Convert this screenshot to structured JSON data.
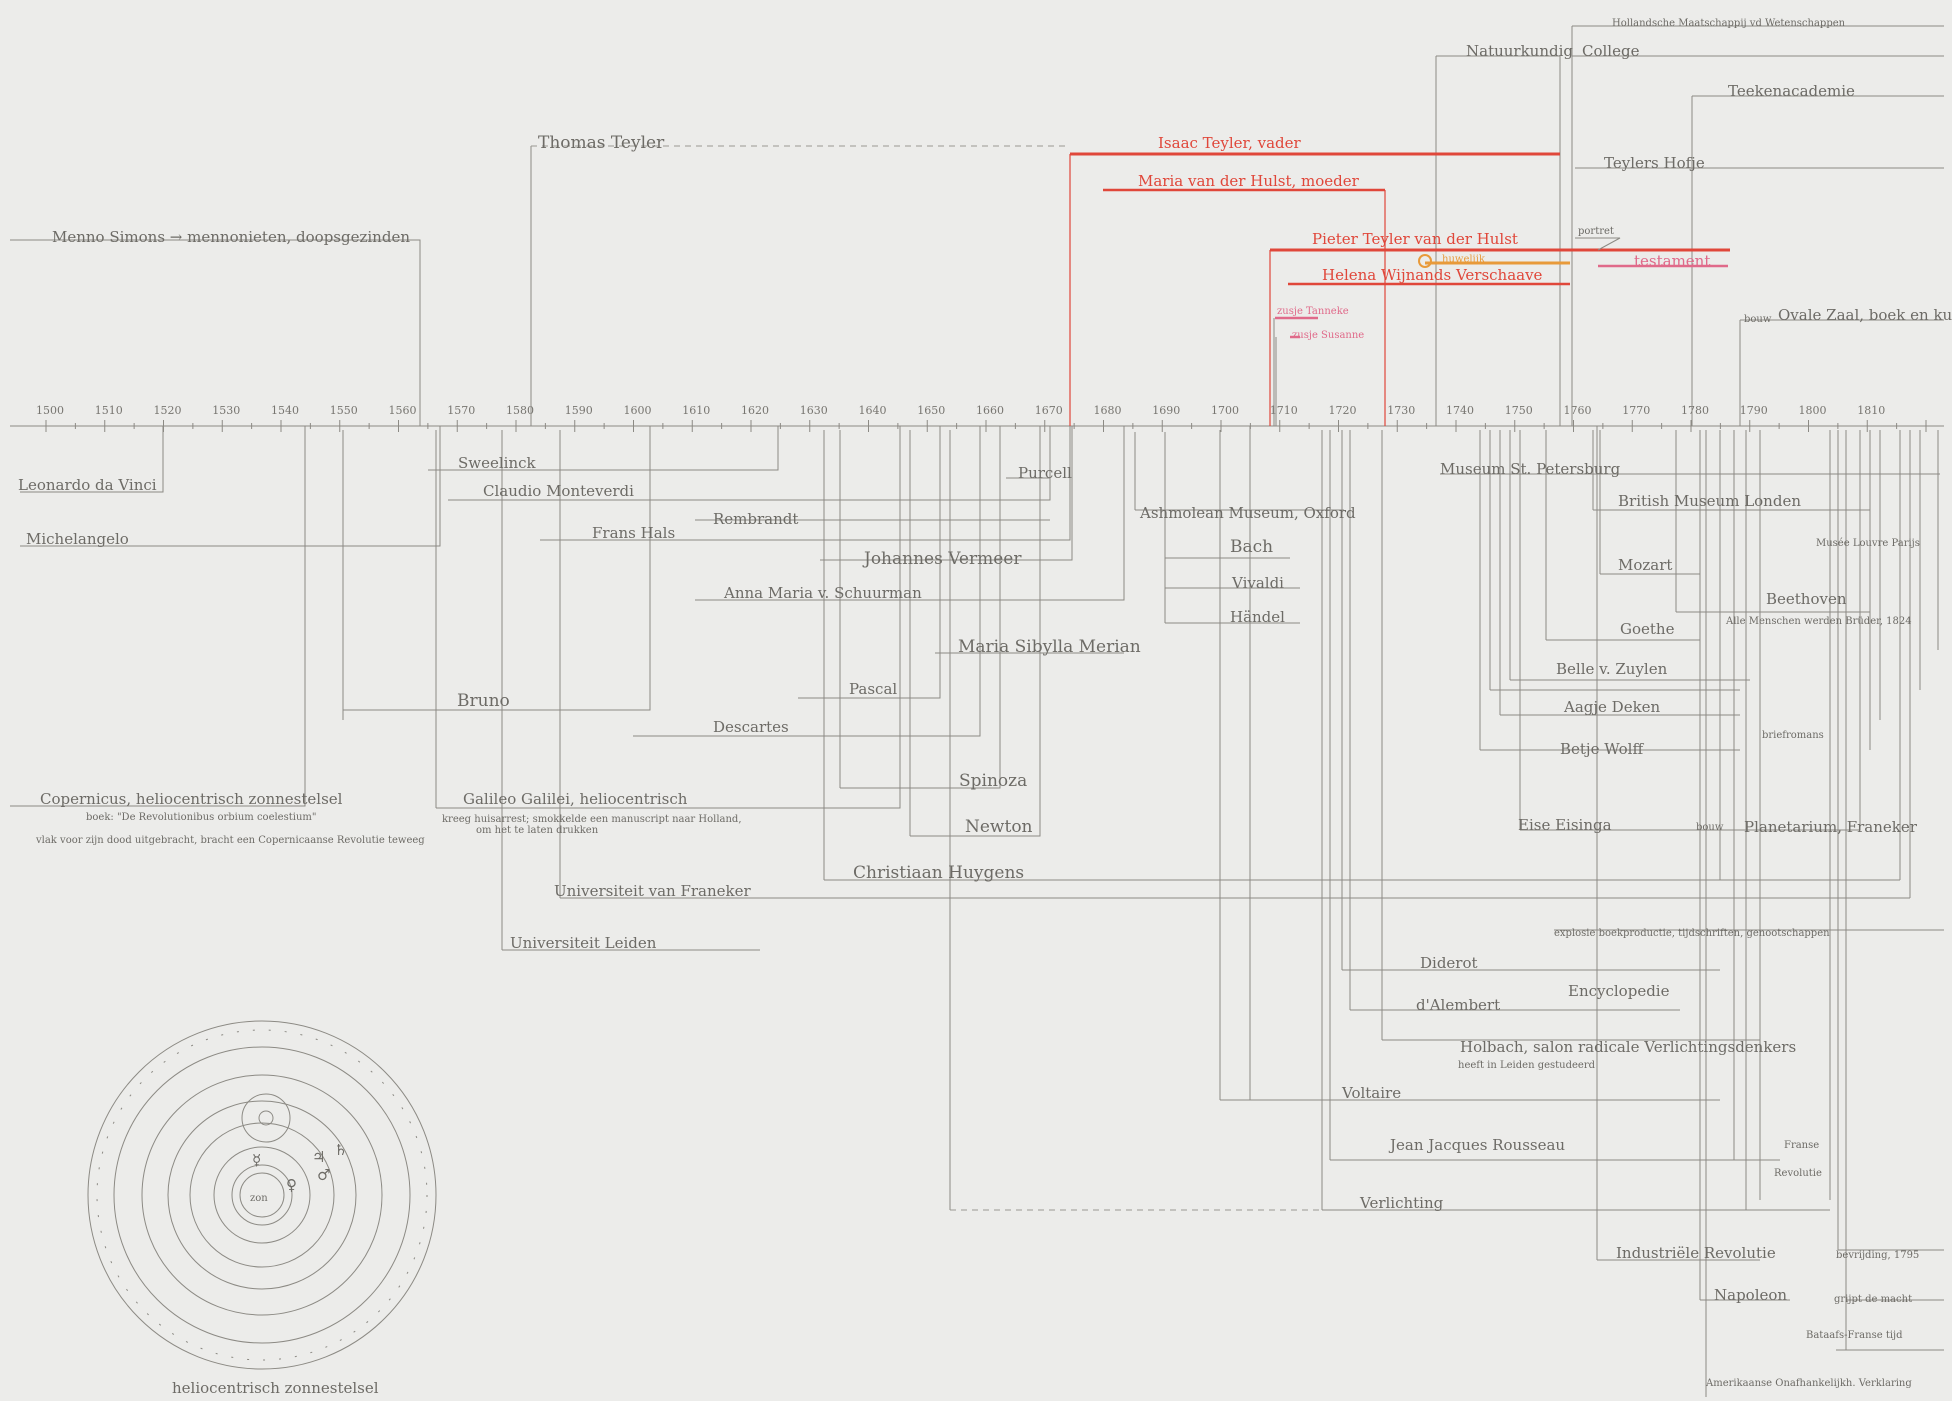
{
  "colors": {
    "paper": "#ececea",
    "pencil": "#8c8a84",
    "red": "#e0473a",
    "pink": "#e06a8a",
    "orange": "#e89a3a"
  },
  "axis": {
    "start": 1500,
    "end": 1820,
    "tick_labels": [
      "1500",
      "1510",
      "1520",
      "1530",
      "1540",
      "1550",
      "1560",
      "1570",
      "1580",
      "1590",
      "1600",
      "1610",
      "1620",
      "1630",
      "1640",
      "1650",
      "1660",
      "1670",
      "1680",
      "1690",
      "1700",
      "1710",
      "1720",
      "1730",
      "1740",
      "1750",
      "1760",
      "1770",
      "1780",
      "1790",
      "1800",
      "1810"
    ],
    "tick_years": [
      1500,
      1510,
      1520,
      1530,
      1540,
      1550,
      1560,
      1570,
      1580,
      1590,
      1600,
      1610,
      1620,
      1630,
      1640,
      1650,
      1660,
      1670,
      1680,
      1690,
      1700,
      1710,
      1720,
      1730,
      1740,
      1750,
      1760,
      1770,
      1780,
      1790,
      1800,
      1810
    ]
  },
  "above": [
    {
      "text": "Hollandsche Maatschappij vd Wetenschappen",
      "year": 1752,
      "color": "pencil"
    },
    {
      "text": "Natuurkundig",
      "year": 1729,
      "color": "pencil"
    },
    {
      "text": "College",
      "year": 1752,
      "color": "pencil"
    },
    {
      "text": "Teekenacademie",
      "year": 1772,
      "color": "pencil"
    },
    {
      "text": "Thomas Teyler",
      "year": 1580,
      "color": "pencil"
    },
    {
      "text": "Isaac Teyler, vader",
      "year": 1670,
      "color": "red"
    },
    {
      "text": "Maria van der Hulst, moeder",
      "year": 1675,
      "color": "red"
    },
    {
      "text": "Teylers Hofje",
      "year": 1752,
      "color": "pencil"
    },
    {
      "text": "Menno Simons → mennonieten, doopsgezinden",
      "year": 1496,
      "color": "pencil"
    },
    {
      "text": "Pieter Teyler van der Hulst",
      "year": 1702,
      "color": "red"
    },
    {
      "text": "portret",
      "year": 1752,
      "color": "pencil"
    },
    {
      "text": "huwelijk",
      "year": 1728,
      "color": "orange"
    },
    {
      "text": "testament",
      "year": 1756,
      "color": "pink"
    },
    {
      "text": "Helena Wijnands Verschaave",
      "year": 1703,
      "color": "red"
    },
    {
      "text": "zusje Tanneke",
      "year": 1702,
      "color": "pink"
    },
    {
      "text": "zusje Susanne",
      "year": 1703,
      "color": "pink"
    },
    {
      "text": "bouw",
      "year": 1779,
      "color": "pencil"
    },
    {
      "text": "Ovale Zaal, boek en kunstzaal",
      "year": 1784,
      "color": "pencil"
    }
  ],
  "below": [
    {
      "text": "Leonardo da Vinci",
      "year": 1452
    },
    {
      "text": "Michelangelo",
      "year": 1475
    },
    {
      "text": "Sweelinck",
      "year": 1562
    },
    {
      "text": "Claudio Monteverdi",
      "year": 1567
    },
    {
      "text": "Frans Hals",
      "year": 1582
    },
    {
      "text": "Rembrandt",
      "year": 1606
    },
    {
      "text": "Purcell",
      "year": 1659
    },
    {
      "text": "Johannes Vermeer",
      "year": 1632
    },
    {
      "text": "Anna Maria v. Schuurman",
      "year": 1607
    },
    {
      "text": "Maria Sibylla Merian",
      "year": 1647
    },
    {
      "text": "Bruno",
      "year": 1548
    },
    {
      "text": "Pascal",
      "year": 1623
    },
    {
      "text": "Descartes",
      "year": 1596
    },
    {
      "text": "Spinoza",
      "year": 1632
    },
    {
      "text": "Newton",
      "year": 1642
    },
    {
      "text": "Christiaan Huygens",
      "year": 1629
    },
    {
      "text": "Copernicus, heliocentrisch zonnestelsel",
      "year": 1473
    },
    {
      "text": "boek: \"De Revolutionibus orbium coelestium\"",
      "year": 1473
    },
    {
      "text": "vlak voor zijn dood uitgebracht, bracht een Copernicaanse Revolutie teweeg",
      "year": 1473
    },
    {
      "text": "Galileo Galilei, heliocentrisch",
      "year": 1564
    },
    {
      "text": "kreeg huisarrest; smokkelde een manuscript naar Holland,",
      "year": 1564
    },
    {
      "text": "om het te laten drukken",
      "year": 1564
    },
    {
      "text": "Universiteit van Franeker",
      "year": 1585
    },
    {
      "text": "Universiteit Leiden",
      "year": 1575
    },
    {
      "text": "Ashmolean Museum, Oxford",
      "year": 1683
    },
    {
      "text": "Bach",
      "year": 1685
    },
    {
      "text": "Vivaldi",
      "year": 1678
    },
    {
      "text": "Händel",
      "year": 1685
    },
    {
      "text": "Museum St. Petersburg",
      "year": 1727
    },
    {
      "text": "British Museum Londen",
      "year": 1753
    },
    {
      "text": "Musée Louvre Parijs",
      "year": 1793
    },
    {
      "text": "Mozart",
      "year": 1756
    },
    {
      "text": "Beethoven",
      "year": 1770
    },
    {
      "text": "Alle Menschen werden Brüder, 1824",
      "year": 1785
    },
    {
      "text": "Goethe",
      "year": 1749
    },
    {
      "text": "Belle v. Zuylen",
      "year": 1740
    },
    {
      "text": "Aagje Deken",
      "year": 1741
    },
    {
      "text": "briefromans",
      "year": 1782
    },
    {
      "text": "Betje Wolff",
      "year": 1738
    },
    {
      "text": "Eise Eisinga",
      "year": 1744
    },
    {
      "text": "bouw",
      "year": 1774
    },
    {
      "text": "Planetarium, Franeker",
      "year": 1781
    },
    {
      "text": "explosie boekproductie, tijdschriften, genootschappen",
      "year": 1750
    },
    {
      "text": "Diderot",
      "year": 1713
    },
    {
      "text": "Encyclopedie",
      "year": 1751
    },
    {
      "text": "d'Alembert",
      "year": 1717
    },
    {
      "text": "Holbach, salon radicale Verlichtingsdenkers",
      "year": 1723
    },
    {
      "text": "heeft in Leiden gestudeerd",
      "year": 1723
    },
    {
      "text": "Voltaire",
      "year": 1694
    },
    {
      "text": "Jean Jacques Rousseau",
      "year": 1712
    },
    {
      "text": "Franse",
      "year": 1789
    },
    {
      "text": "Revolutie",
      "year": 1789
    },
    {
      "text": "Verlichting",
      "year": 1700
    },
    {
      "text": "Industriële Revolutie",
      "year": 1760
    },
    {
      "text": "bevrijding, 1795",
      "year": 1795
    },
    {
      "text": "Napoleon",
      "year": 1769
    },
    {
      "text": "grijpt de macht",
      "year": 1799
    },
    {
      "text": "Bataafs-Franse tijd",
      "year": 1795
    },
    {
      "text": "Amerikaanse Onafhankelijkh. Verklaring",
      "year": 1776
    }
  ],
  "caption": "heliocentrisch zonnestelsel",
  "solar": {
    "sun": "zon",
    "symbols": [
      "♄",
      "♃",
      "♂",
      "♀",
      "☿"
    ]
  }
}
